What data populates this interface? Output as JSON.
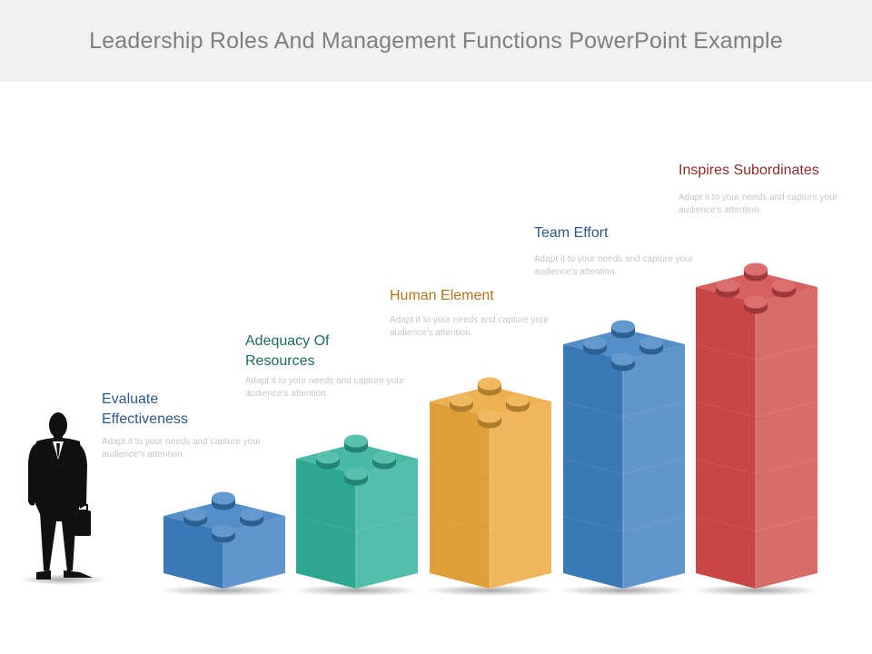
{
  "title": "Leadership Roles And Management Functions PowerPoint Example",
  "steps": [
    {
      "label": "Evaluate\nEffectiveness",
      "description": "Adapt it to your needs and capture your audience's attention.",
      "blocks": 1,
      "color": "#3d7fc1",
      "label_color": "#2a5a8c"
    },
    {
      "label": "Adequacy Of\nResources",
      "description": "Adapt it to your needs and capture your audience's attention.",
      "blocks": 2,
      "color": "#2fb09a",
      "label_color": "#1f6b63"
    },
    {
      "label": "Human Element",
      "description": "Adapt it to your needs and capture your audience's attention.",
      "blocks": 3,
      "color": "#eba63a",
      "label_color": "#b8741b"
    },
    {
      "label": "Team Effort",
      "description": "Adapt it to your needs and capture your audience's attention.",
      "blocks": 4,
      "color": "#3d7fc1",
      "label_color": "#2a5a8c"
    },
    {
      "label": "Inspires Subordinates",
      "description": "Adapt it to your needs and capture your audience's attention.",
      "blocks": 5,
      "color": "#d24a4a",
      "label_color": "#8e2b2b"
    }
  ]
}
